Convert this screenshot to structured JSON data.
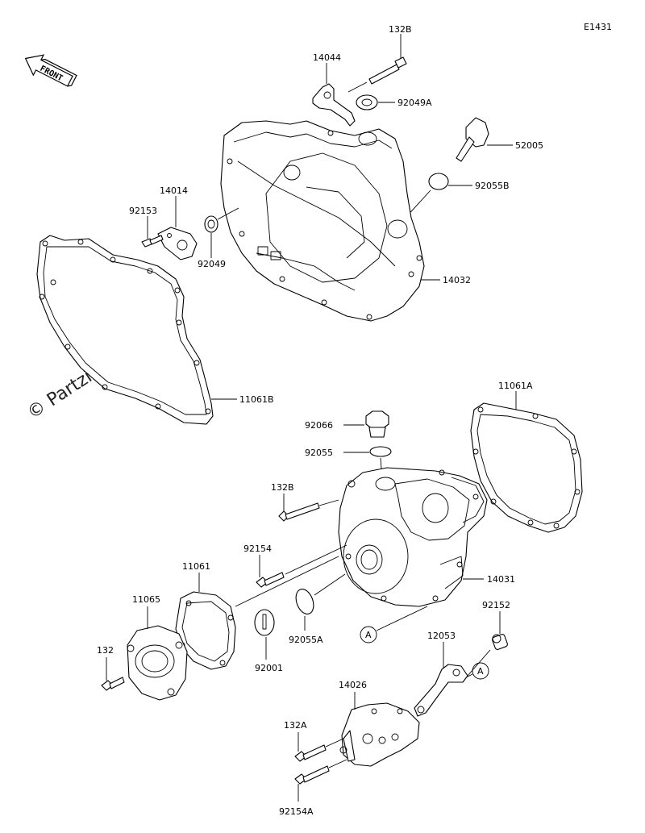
{
  "diagram_id": "E1431",
  "front_label": "FRONT",
  "watermark": "© Partzilla.com",
  "parts": [
    {
      "id": "132B-top",
      "label": "132B"
    },
    {
      "id": "14044",
      "label": "14044"
    },
    {
      "id": "92049A",
      "label": "92049A"
    },
    {
      "id": "52005",
      "label": "52005"
    },
    {
      "id": "92055B",
      "label": "92055B"
    },
    {
      "id": "14014",
      "label": "14014"
    },
    {
      "id": "92153",
      "label": "92153"
    },
    {
      "id": "92049",
      "label": "92049"
    },
    {
      "id": "14032",
      "label": "14032"
    },
    {
      "id": "11061B",
      "label": "11061B"
    },
    {
      "id": "11061A",
      "label": "11061A"
    },
    {
      "id": "92066",
      "label": "92066"
    },
    {
      "id": "92055",
      "label": "92055"
    },
    {
      "id": "132B-mid",
      "label": "132B"
    },
    {
      "id": "92154",
      "label": "92154"
    },
    {
      "id": "11061",
      "label": "11061"
    },
    {
      "id": "11065",
      "label": "11065"
    },
    {
      "id": "14031",
      "label": "14031"
    },
    {
      "id": "132",
      "label": "132"
    },
    {
      "id": "92055A",
      "label": "92055A"
    },
    {
      "id": "92001",
      "label": "92001"
    },
    {
      "id": "92152",
      "label": "92152"
    },
    {
      "id": "12053",
      "label": "12053"
    },
    {
      "id": "14026",
      "label": "14026"
    },
    {
      "id": "132A",
      "label": "132A"
    },
    {
      "id": "92154A",
      "label": "92154A"
    }
  ],
  "reference_marks": [
    "A",
    "A"
  ]
}
